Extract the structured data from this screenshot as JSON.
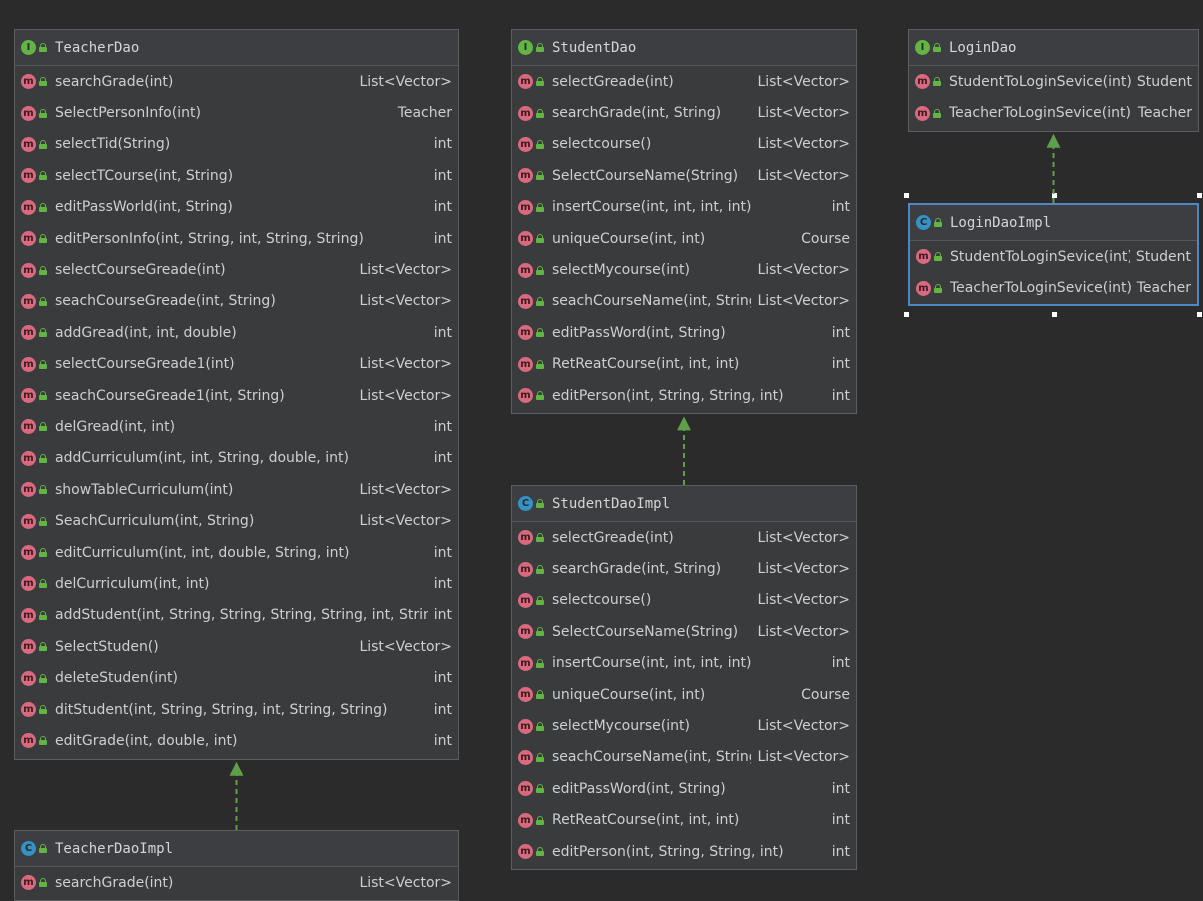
{
  "diagram": {
    "classes": [
      {
        "id": "teacher-dao",
        "kind": "interface",
        "name": "TeacherDao",
        "methods": [
          {
            "name": "searchGrade(int)",
            "ret": "List<Vector>"
          },
          {
            "name": "SelectPersonInfo(int)",
            "ret": "Teacher"
          },
          {
            "name": "selectTid(String)",
            "ret": "int"
          },
          {
            "name": "selectTCourse(int, String)",
            "ret": "int"
          },
          {
            "name": "editPassWorld(int, String)",
            "ret": "int"
          },
          {
            "name": "editPersonInfo(int, String, int, String, String)",
            "ret": "int"
          },
          {
            "name": "selectCourseGreade(int)",
            "ret": "List<Vector>"
          },
          {
            "name": "seachCourseGreade(int, String)",
            "ret": "List<Vector>"
          },
          {
            "name": "addGread(int, int, double)",
            "ret": "int"
          },
          {
            "name": "selectCourseGreade1(int)",
            "ret": "List<Vector>"
          },
          {
            "name": "seachCourseGreade1(int, String)",
            "ret": "List<Vector>"
          },
          {
            "name": "delGread(int, int)",
            "ret": "int"
          },
          {
            "name": "addCurriculum(int, int, String, double, int)",
            "ret": "int"
          },
          {
            "name": "showTableCurriculum(int)",
            "ret": "List<Vector>"
          },
          {
            "name": "SeachCurriculum(int, String)",
            "ret": "List<Vector>"
          },
          {
            "name": "editCurriculum(int, int, double, String, int)",
            "ret": "int"
          },
          {
            "name": "delCurriculum(int, int)",
            "ret": "int"
          },
          {
            "name": "addStudent(int, String, String, String, String, int, String)",
            "ret": "int"
          },
          {
            "name": "SelectStuden()",
            "ret": "List<Vector>"
          },
          {
            "name": "deleteStuden(int)",
            "ret": "int"
          },
          {
            "name": "ditStudent(int, String, String, int, String, String)",
            "ret": "int"
          },
          {
            "name": "editGrade(int, double, int)",
            "ret": "int"
          }
        ]
      },
      {
        "id": "teacher-dao-impl",
        "kind": "class",
        "name": "TeacherDaoImpl",
        "methods": [
          {
            "name": "searchGrade(int)",
            "ret": "List<Vector>"
          }
        ]
      },
      {
        "id": "student-dao",
        "kind": "interface",
        "name": "StudentDao",
        "methods": [
          {
            "name": "selectGreade(int)",
            "ret": "List<Vector>"
          },
          {
            "name": "searchGrade(int, String)",
            "ret": "List<Vector>"
          },
          {
            "name": "selectcourse()",
            "ret": "List<Vector>"
          },
          {
            "name": "SelectCourseName(String)",
            "ret": "List<Vector>"
          },
          {
            "name": "insertCourse(int, int, int, int)",
            "ret": "int"
          },
          {
            "name": "uniqueCourse(int, int)",
            "ret": "Course"
          },
          {
            "name": "selectMycourse(int)",
            "ret": "List<Vector>"
          },
          {
            "name": "seachCourseName(int, String)",
            "ret": "List<Vector>"
          },
          {
            "name": "editPassWord(int, String)",
            "ret": "int"
          },
          {
            "name": "RetReatCourse(int, int, int)",
            "ret": "int"
          },
          {
            "name": "editPerson(int, String, String, int)",
            "ret": "int"
          }
        ]
      },
      {
        "id": "student-dao-impl",
        "kind": "class",
        "name": "StudentDaoImpl",
        "methods": [
          {
            "name": "selectGreade(int)",
            "ret": "List<Vector>"
          },
          {
            "name": "searchGrade(int, String)",
            "ret": "List<Vector>"
          },
          {
            "name": "selectcourse()",
            "ret": "List<Vector>"
          },
          {
            "name": "SelectCourseName(String)",
            "ret": "List<Vector>"
          },
          {
            "name": "insertCourse(int, int, int, int)",
            "ret": "int"
          },
          {
            "name": "uniqueCourse(int, int)",
            "ret": "Course"
          },
          {
            "name": "selectMycourse(int)",
            "ret": "List<Vector>"
          },
          {
            "name": "seachCourseName(int, String)",
            "ret": "List<Vector>"
          },
          {
            "name": "editPassWord(int, String)",
            "ret": "int"
          },
          {
            "name": "RetReatCourse(int, int, int)",
            "ret": "int"
          },
          {
            "name": "editPerson(int, String, String, int)",
            "ret": "int"
          }
        ]
      },
      {
        "id": "login-dao",
        "kind": "interface",
        "name": "LoginDao",
        "methods": [
          {
            "name": "StudentToLoginSevice(int)",
            "ret": "Student"
          },
          {
            "name": "TeacherToLoginSevice(int)",
            "ret": "Teacher"
          }
        ]
      },
      {
        "id": "login-dao-impl",
        "kind": "class",
        "name": "LoginDaoImpl",
        "selected": true,
        "methods": [
          {
            "name": "StudentToLoginSevice(int)",
            "ret": "Student"
          },
          {
            "name": "TeacherToLoginSevice(int)",
            "ret": "Teacher"
          }
        ]
      }
    ],
    "relations": [
      {
        "from": "teacher-dao-impl",
        "to": "teacher-dao",
        "type": "implements"
      },
      {
        "from": "student-dao-impl",
        "to": "student-dao",
        "type": "implements"
      },
      {
        "from": "login-dao-impl",
        "to": "login-dao",
        "type": "implements"
      }
    ],
    "colors": {
      "background": "#2b2b2b",
      "box": "#3a3b3d",
      "interface_badge": "#62b543",
      "class_badge": "#3592c4",
      "method_badge": "#d9697f",
      "arrow": "#5ea04a",
      "selection": "#4a88c7"
    },
    "icons": {
      "interface": "interface-icon",
      "class": "class-icon",
      "method": "method-icon",
      "visibility": "public-lock-icon"
    }
  }
}
